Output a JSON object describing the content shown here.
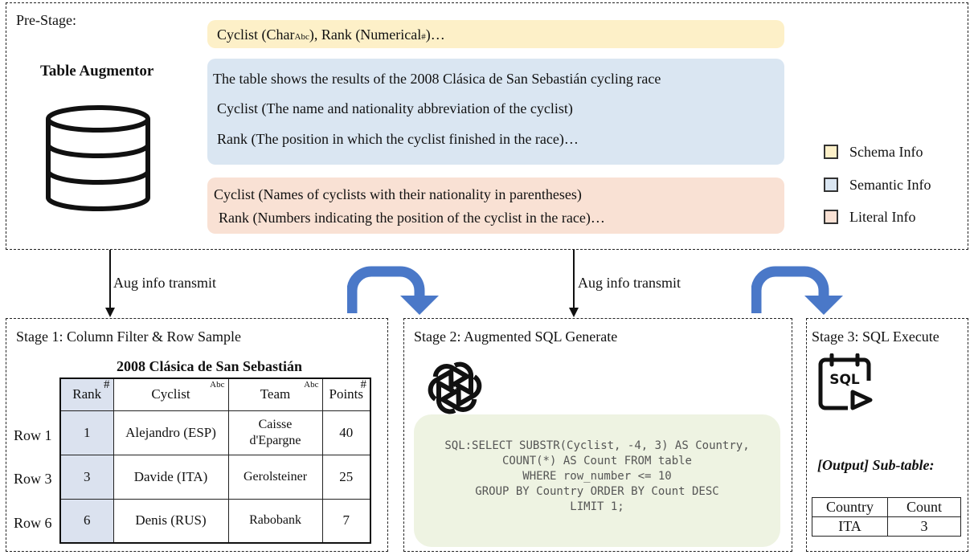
{
  "prestage": {
    "label": "Pre-Stage:",
    "title": "Table Augmentor",
    "schema_text": [
      "Cyclist (Char",
      "Abc",
      "), Rank (Numerical",
      "#",
      ")…"
    ],
    "semantic_lines": [
      "The table shows the results of the 2008 Clásica de San Sebastián cycling race",
      "Cyclist (The name and nationality abbreviation of the cyclist)",
      "Rank (The position in which the cyclist finished in the race)…"
    ],
    "literal_lines": [
      "Cyclist (Names of cyclists with their nationality in parentheses)",
      "Rank (Numbers indicating the position of the cyclist in the race)…"
    ],
    "legend": [
      "Schema Info",
      "Semantic Info",
      "Literal Info"
    ],
    "colors": {
      "schema": "#fdf0c8",
      "semantic": "#dae6f2",
      "literal": "#f9e1d4",
      "arrow": "#4a78c8"
    }
  },
  "transmit_label": "Aug info transmit",
  "stage1": {
    "label": "Stage 1: Column Filter & Row Sample",
    "table_title": "2008 Clásica de San Sebastián",
    "headers": [
      "Rank",
      "Cyclist",
      "Team",
      "Points"
    ],
    "header_tags": [
      "#",
      "Abc",
      "Abc",
      "#"
    ],
    "row_labels": [
      "Row 1",
      "Row 3",
      "Row 6"
    ],
    "rows": [
      [
        "1",
        "Alejandro (ESP)",
        "Caisse d'Epargne",
        "40"
      ],
      [
        "3",
        "Davide (ITA)",
        "Gerolsteiner",
        "25"
      ],
      [
        "6",
        "Denis (RUS)",
        "Rabobank",
        "7"
      ]
    ]
  },
  "stage2": {
    "label": "Stage 2: Augmented SQL Generate",
    "sql_lines": [
      "SQL:SELECT SUBSTR(Cyclist, -4, 3) AS Country,",
      "COUNT(*) AS Count FROM table",
      "WHERE row_number <= 10",
      "GROUP BY Country ORDER BY Count DESC",
      "LIMIT 1;"
    ]
  },
  "stage3": {
    "label": "Stage 3: SQL Execute",
    "icon_text": "SQL",
    "output_label": "[Output] Sub-table:",
    "headers": [
      "Country",
      "Count"
    ],
    "row": [
      "ITA",
      "3"
    ]
  }
}
